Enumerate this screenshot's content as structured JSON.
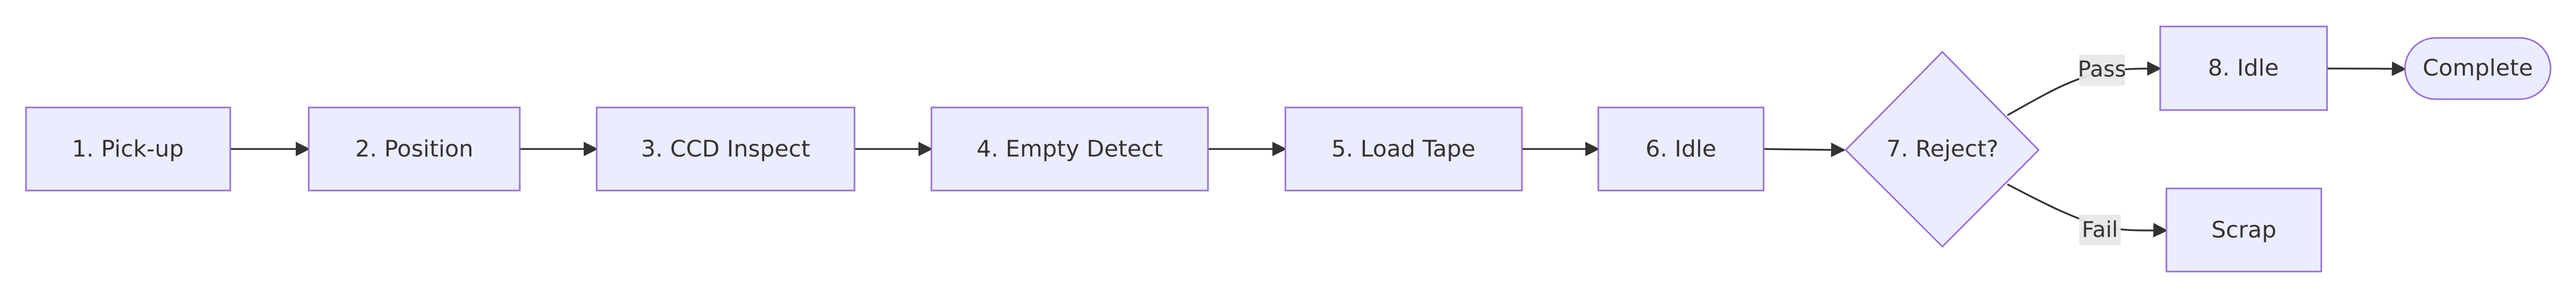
{
  "flowchart": {
    "nodes": {
      "pickup": "1. Pick-up",
      "position": "2. Position",
      "ccd": "3. CCD Inspect",
      "empty": "4. Empty Detect",
      "load": "5. Load Tape",
      "idle6": "6. Idle",
      "reject": "7. Reject?",
      "idle8": "8. Idle",
      "complete": "Complete",
      "scrap": "Scrap"
    },
    "edges": {
      "pass": "Pass",
      "fail": "Fail"
    },
    "colors": {
      "node_fill": "#ECECFF",
      "node_stroke": "#9370DB",
      "edge": "#333333",
      "edge_label_bg": "#e8e8e8",
      "text": "#333333"
    }
  }
}
